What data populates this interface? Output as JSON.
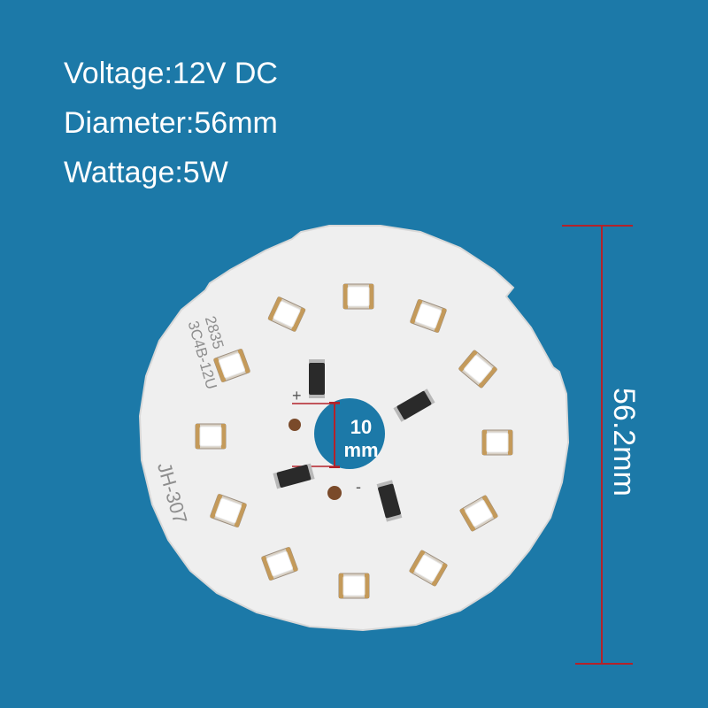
{
  "specs": [
    {
      "text": "Voltage:12V DC"
    },
    {
      "text": "Diameter:56mm"
    },
    {
      "text": "Wattage:5W"
    }
  ],
  "dimension": {
    "board_label": "56.2mm",
    "hole_value": "10",
    "hole_unit": "mm"
  },
  "silkscreen": {
    "part_line1": "2835",
    "part_line2": "3C4B-12U",
    "model": "JH-307",
    "plus": "+",
    "minus": "-"
  },
  "colors": {
    "background": "#1c79a8",
    "board": "#f1f1f1",
    "dimension_line": "#b3222a",
    "led_chip": "#ffffff"
  }
}
